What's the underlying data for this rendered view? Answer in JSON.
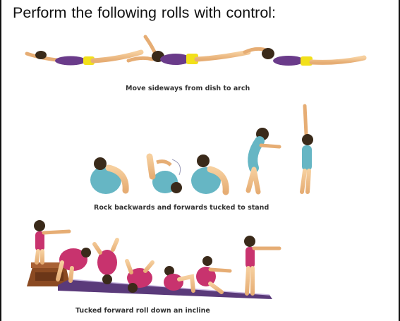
{
  "heading": "Perform the following rolls with control:",
  "exercises": [
    {
      "caption": "Move sideways from dish to arch"
    },
    {
      "caption": "Rock backwards and forwards tucked to stand"
    },
    {
      "caption": "Tucked forward roll down an incline"
    }
  ],
  "colors": {
    "skin": "#f0c08a",
    "leotard_purple": "#6a3b8a",
    "shorts_yellow": "#f2e01a",
    "leotard_teal": "#66b6c4",
    "leotard_pink": "#c8336e",
    "box_brown": "#8b4a22",
    "mat_purple": "#5a3a7a",
    "hair": "#3a2a1a"
  }
}
